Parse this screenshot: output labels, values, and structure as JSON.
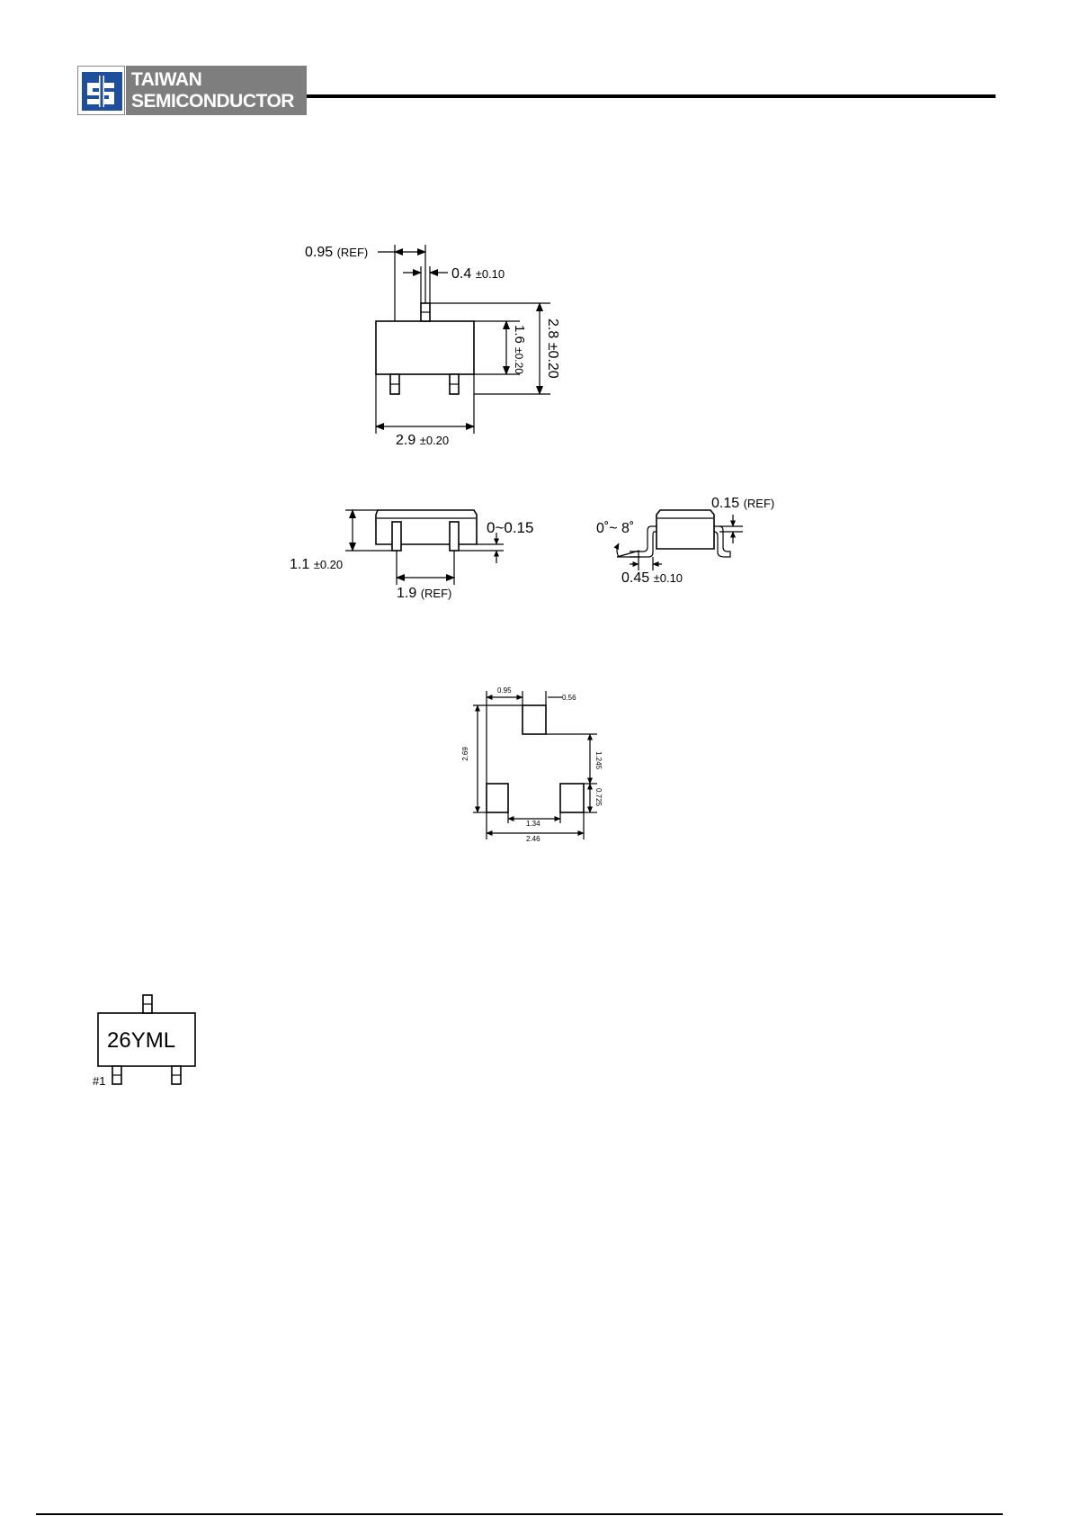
{
  "header": {
    "brand_line1": "TAIWAN",
    "brand_line2": "SEMICONDUCTOR",
    "logo_icon": "ts-logo-icon"
  },
  "top_view": {
    "pitch": "0.95",
    "pitch_tol": "(REF)",
    "lead_width": "0.4",
    "lead_width_tol": "±0.10",
    "body_height": "1.6",
    "body_height_tol": "±0.20",
    "overall_height": "2.8",
    "overall_height_tol": "±0.20",
    "body_width": "2.9",
    "body_width_tol": "±0.20"
  },
  "side_view": {
    "thickness": "1.1",
    "thickness_tol": "±0.20",
    "standoff": "0~0.15",
    "lead_span": "1.9",
    "lead_span_tol": "(REF)"
  },
  "end_view": {
    "lead_thickness": "0.15",
    "lead_thickness_tol": "(REF)",
    "angle": "0˚~ 8˚",
    "foot_length": "0.45",
    "foot_length_tol": "±0.10"
  },
  "pad_layout": {
    "pitch": "0.95",
    "pad_width": "0.56",
    "total_height": "2.69",
    "pad_gap_v": "1.245",
    "pad_height": "0.725",
    "inner_gap": "1.34",
    "outer_span": "2.46"
  },
  "marking": {
    "code": "26YML",
    "pin1": "#1"
  }
}
